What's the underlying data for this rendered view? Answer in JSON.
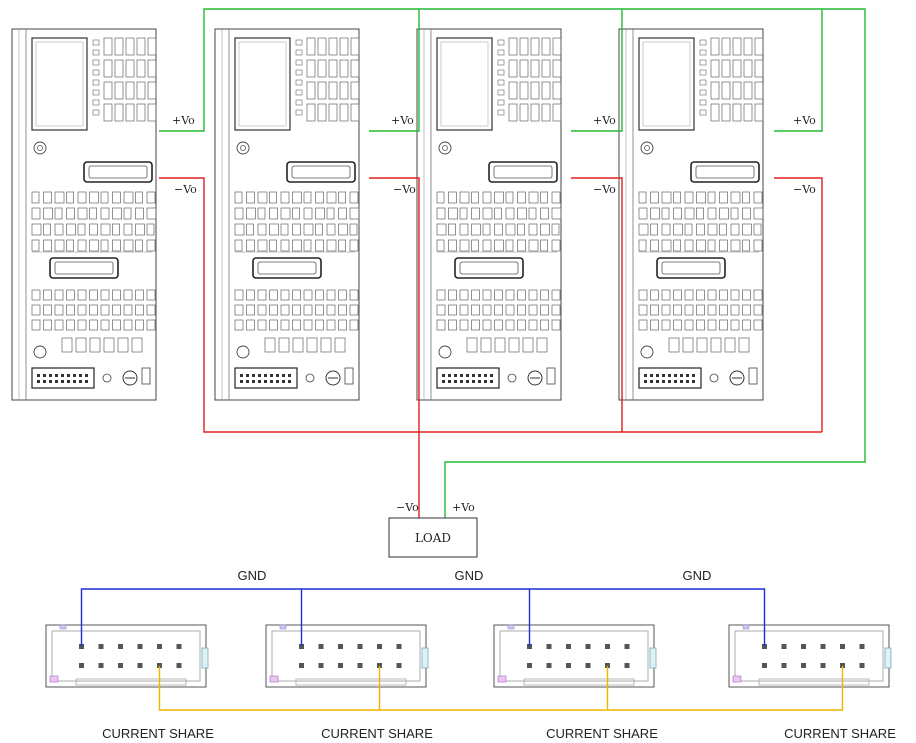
{
  "wiring": {
    "pos_label": "+Vo",
    "neg_label": "−Vo",
    "load_neg_label": "−Vo",
    "load_pos_label": "+Vo",
    "load_label": "LOAD"
  },
  "signal": {
    "gnd_labels": [
      "GND",
      "GND",
      "GND"
    ],
    "share_labels": [
      "CURRENT SHARE",
      "CURRENT SHARE",
      "CURRENT SHARE",
      "CURRENT SHARE"
    ]
  },
  "colors": {
    "positive": "#22bb33",
    "negative": "#e02020",
    "gnd": "#1a2fd6",
    "share": "#f0b400",
    "outline": "#333333"
  },
  "modules": {
    "count": 4
  },
  "connectors": {
    "count": 4
  }
}
